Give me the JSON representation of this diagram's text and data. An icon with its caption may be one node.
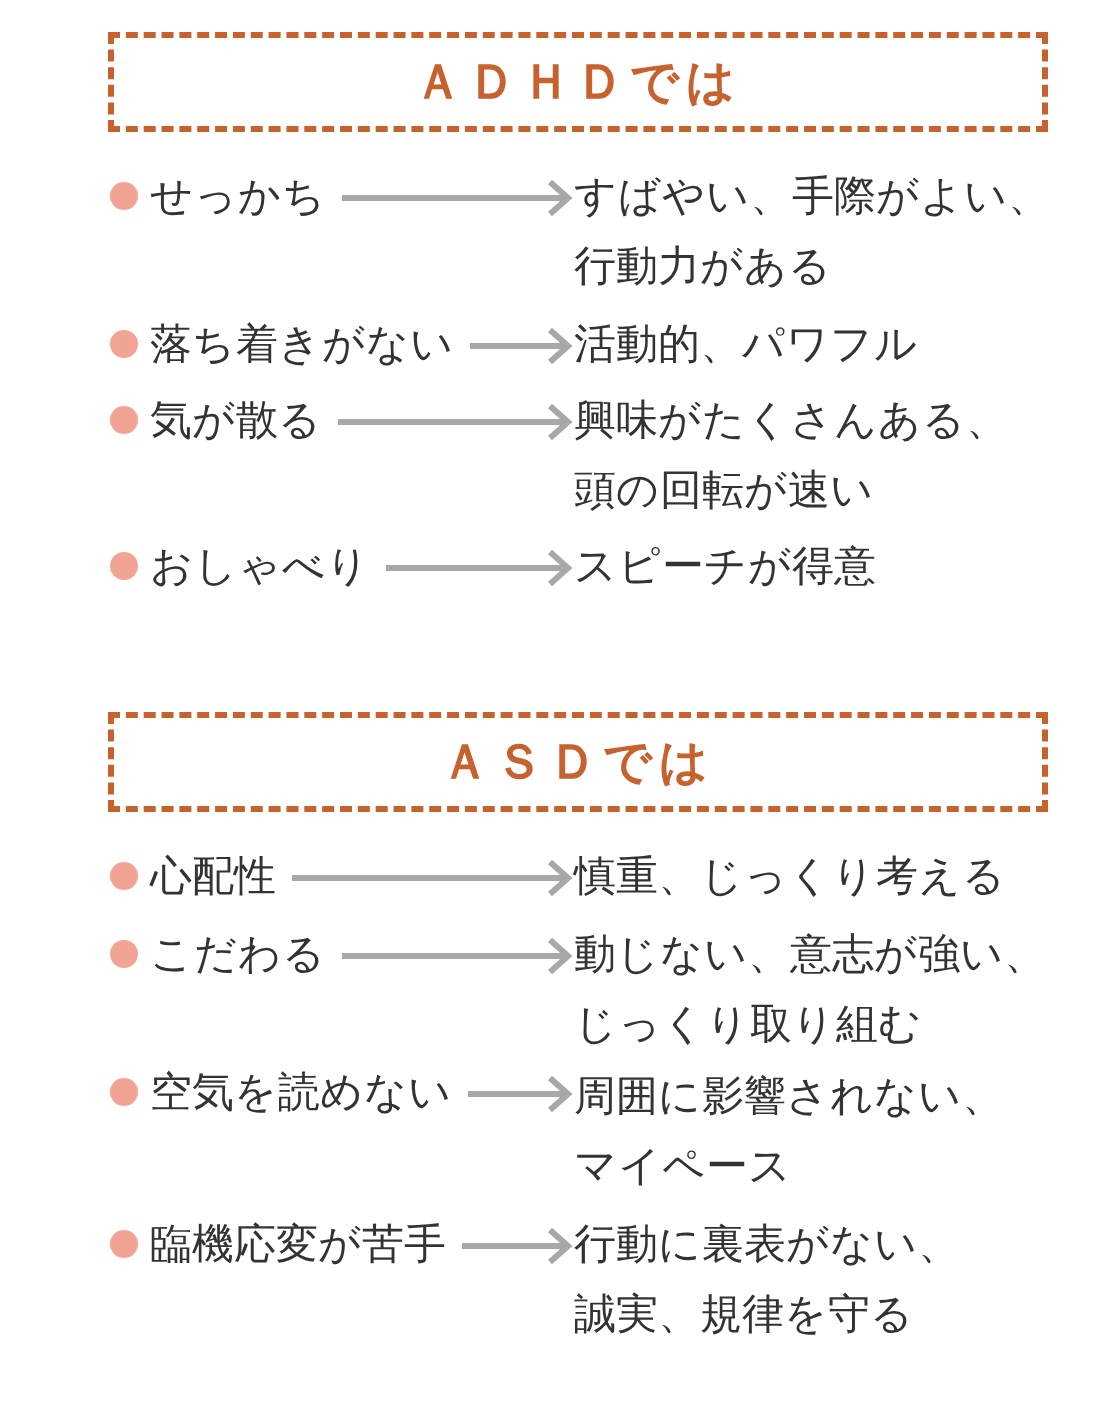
{
  "diagram": {
    "nodes": [
      {
        "text": [
          "ＡＤＨＤでは"
        ]
      },
      {
        "text": [
          "せっかち"
        ]
      },
      {
        "text": [
          "すばやい、手際がよい、行動力がある"
        ]
      },
      {
        "text": [
          "落ち着きがない"
        ]
      },
      {
        "text": [
          "活動的、パワフル"
        ]
      },
      {
        "text": [
          "気が散る"
        ]
      },
      {
        "text": [
          "興味がたくさんある、頭の回転が速い"
        ]
      },
      {
        "text": [
          "おしゃべり"
        ]
      },
      {
        "text": [
          "スピーチが得意"
        ]
      },
      {
        "text": [
          "ＡＳＤでは"
        ]
      },
      {
        "text": [
          "心配性"
        ]
      },
      {
        "text": [
          "慎重、じっくり考える"
        ]
      },
      {
        "text": [
          "こだわる"
        ]
      },
      {
        "text": [
          "動じない、意志が強い、じっくり取り組む"
        ]
      },
      {
        "text": [
          "空気を読めない"
        ]
      },
      {
        "text": [
          "周囲に影響されない、マイペース"
        ]
      },
      {
        "text": [
          "臨機応変が苦手"
        ]
      },
      {
        "text": [
          "行動に裏表がない、誠実、規律を守る"
        ]
      }
    ],
    "edges": [
      {
        "from": 1,
        "to": 2,
        "arrow": "to"
      },
      {
        "from": 3,
        "to": 4,
        "arrow": "to"
      },
      {
        "from": 5,
        "to": 6,
        "arrow": "to"
      },
      {
        "from": 7,
        "to": 8,
        "arrow": "to"
      },
      {
        "from": 10,
        "to": 11,
        "arrow": "to"
      },
      {
        "from": 12,
        "to": 13,
        "arrow": "to"
      },
      {
        "from": 14,
        "to": 15,
        "arrow": "to"
      },
      {
        "from": 16,
        "to": 17,
        "arrow": "to"
      }
    ]
  }
}
